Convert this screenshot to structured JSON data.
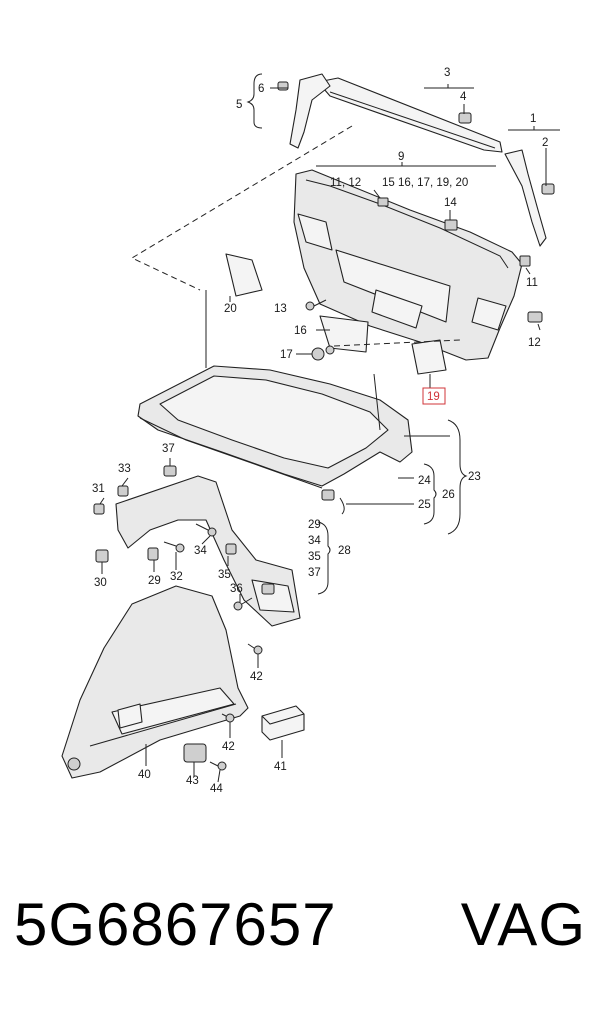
{
  "diagram": {
    "labels": {
      "l1": "1",
      "l2": "2",
      "l3": "3",
      "l4": "4",
      "l5": "5",
      "l6": "6",
      "l9": "9",
      "l11_12": "11, 12",
      "l15_group": "15 16, 17, 19, 20",
      "l14": "14",
      "l11": "11",
      "l12": "12",
      "l20": "20",
      "l13": "13",
      "l16": "16",
      "l17": "17",
      "l19": "19",
      "l23": "23",
      "l24": "24",
      "l25": "25",
      "l26": "26",
      "l37": "37",
      "l33": "33",
      "l31": "31",
      "l34": "34",
      "l30": "30",
      "l29": "29",
      "l32": "32",
      "l35": "35",
      "l28": "28",
      "l28_list": [
        "29",
        "34",
        "35",
        "37"
      ],
      "l36": "36",
      "l42a": "42",
      "l42b": "42",
      "l40": "40",
      "l43": "43",
      "l44": "44",
      "l41": "41"
    },
    "highlight_color": "#d0343a"
  },
  "footer": {
    "part_number": "5G6867657",
    "brand": "VAG"
  }
}
